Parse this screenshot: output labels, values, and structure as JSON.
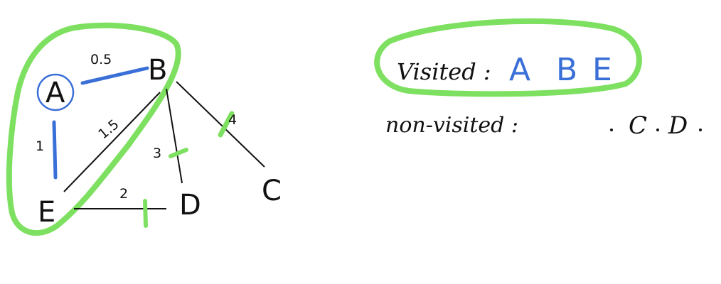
{
  "graph": {
    "nodes": {
      "A": "A",
      "B": "B",
      "C": "C",
      "D": "D",
      "E": "E"
    },
    "edges": {
      "A_B": "0.5",
      "A_E": "1",
      "B_E": "1.5",
      "B_D": "3",
      "B_C": "4",
      "E_D": "2"
    },
    "highlighted_edges": [
      "A-B",
      "A-E"
    ],
    "crossed_edges": [
      "B-C",
      "B-D",
      "E-D"
    ],
    "visited_group": [
      "A",
      "B",
      "E"
    ]
  },
  "status": {
    "visited_label": "Visited :",
    "visited_nodes": [
      "A",
      "B",
      "E"
    ],
    "non_visited_label": "non-visited :",
    "non_visited_nodes": [
      "C",
      "D"
    ]
  },
  "colors": {
    "highlight_green": "#7ee060",
    "visited_blue": "#3a6fd8",
    "ink": "#111111"
  }
}
